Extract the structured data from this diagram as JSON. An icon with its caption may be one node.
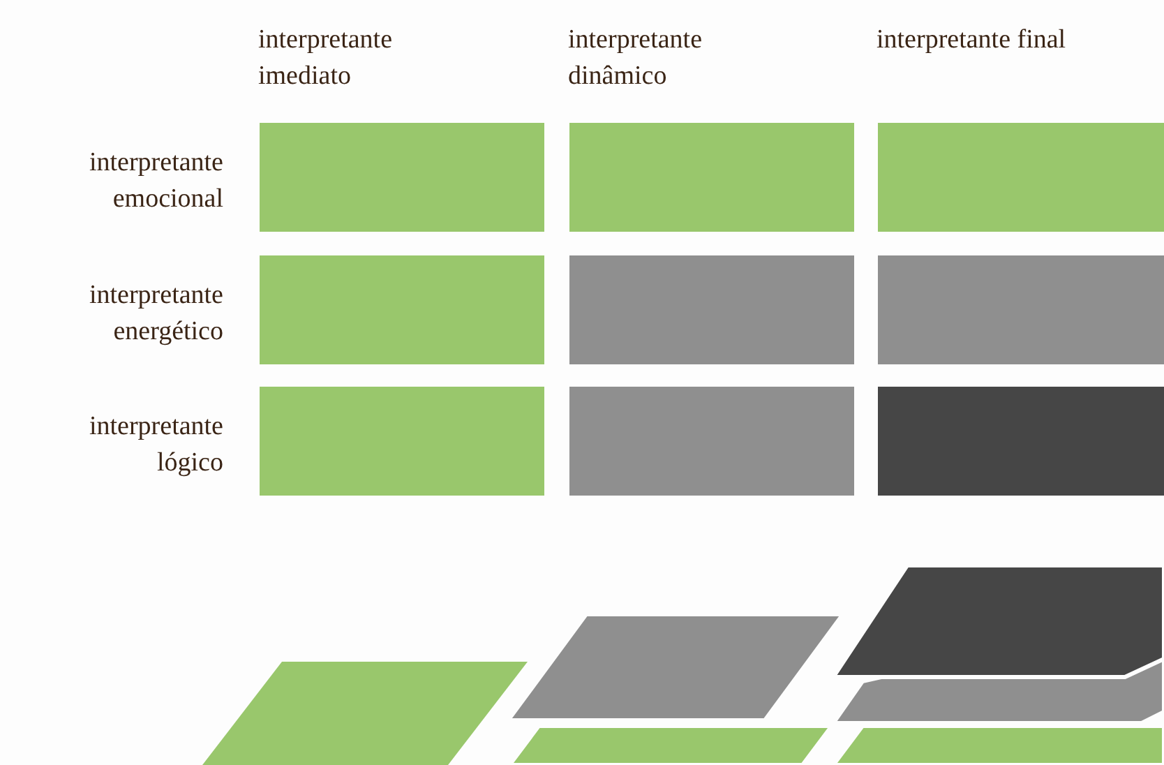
{
  "diagram": {
    "labels": [
      "interpretante imediato",
      "interpretante dinâmico",
      "interpretante final",
      "interpretante emocional",
      "interpretante energético",
      "interpretante lógico"
    ]
  }
}
